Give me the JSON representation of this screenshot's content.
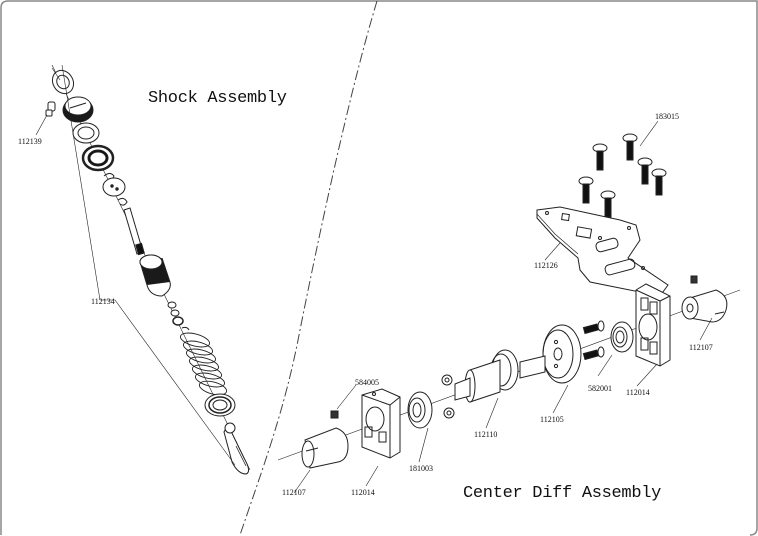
{
  "diagram": {
    "sections": [
      {
        "id": "shock",
        "title": "Shock Assembly"
      },
      {
        "id": "center-diff",
        "title": "Center Diff Assembly"
      }
    ],
    "shock_parts": [
      {
        "part_number": "112139"
      },
      {
        "part_number": "112134"
      }
    ],
    "diff_parts": [
      {
        "part_number": "183015"
      },
      {
        "part_number": "112126"
      },
      {
        "part_number": "112107"
      },
      {
        "part_number": "582001"
      },
      {
        "part_number": "112014"
      },
      {
        "part_number": "112105"
      },
      {
        "part_number": "112110"
      },
      {
        "part_number": "584005"
      },
      {
        "part_number": "181003"
      },
      {
        "part_number": "112014"
      },
      {
        "part_number": "112107"
      }
    ],
    "colors": {
      "line": "#222222",
      "frame": "#888888",
      "fill_dark": "#1a1a1a",
      "background": "#ffffff"
    }
  }
}
